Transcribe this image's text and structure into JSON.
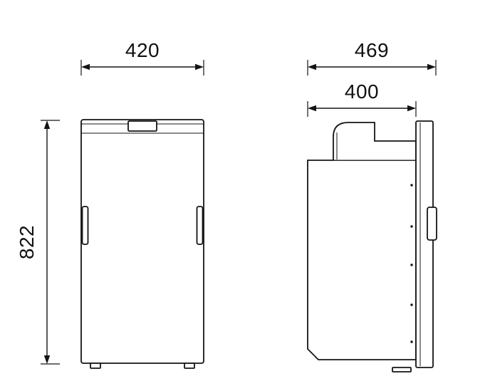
{
  "diagram": {
    "front_view": {
      "width_mm": "420",
      "height_mm": "822"
    },
    "side_view": {
      "depth_total_mm": "469",
      "depth_body_mm": "400"
    }
  }
}
